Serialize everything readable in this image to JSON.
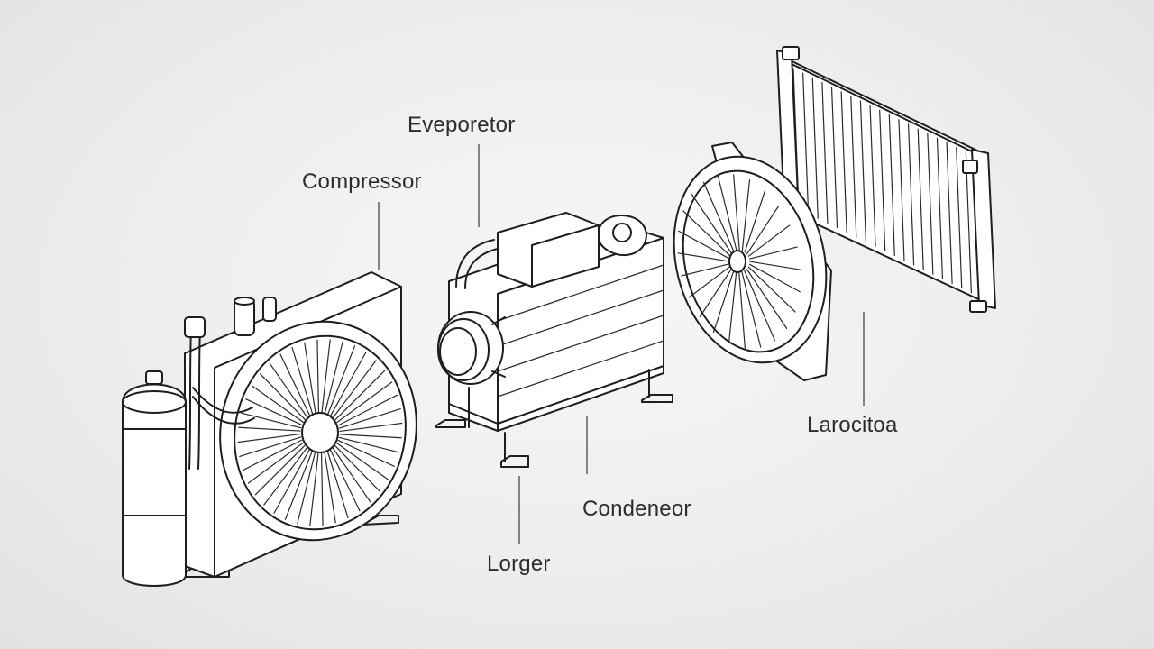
{
  "labels": {
    "evaporator": "Eveporetor",
    "compressor": "Compressor",
    "condenser": "Condeneor",
    "larger": "Lorger",
    "radiator": "Larocitoa"
  },
  "colors": {
    "background": "#eeeeee",
    "line": "#1e1e1e",
    "label_text": "#2c2c2c"
  }
}
